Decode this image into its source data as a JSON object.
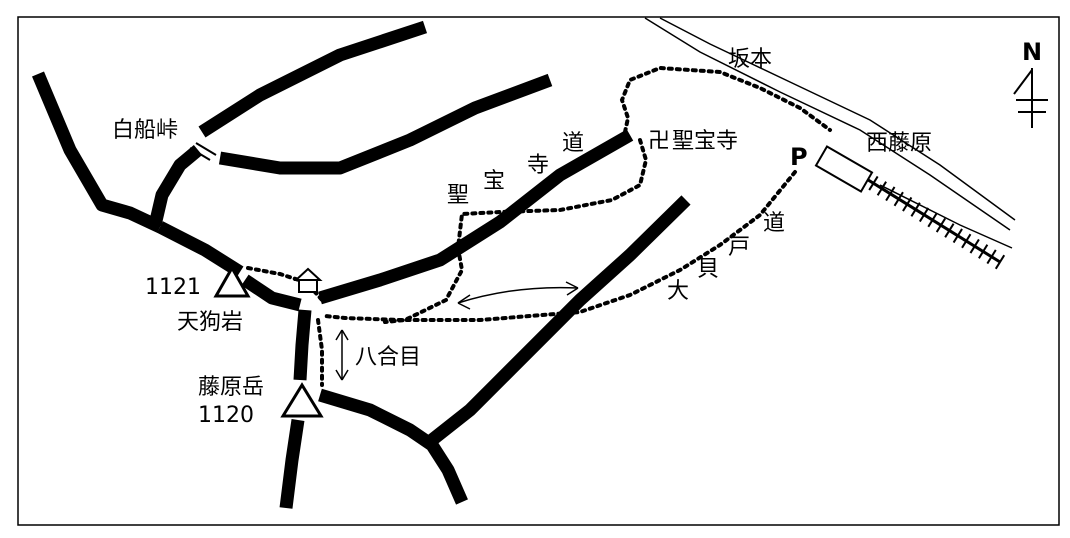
{
  "map": {
    "north": "N",
    "places": {
      "shirafune_pass": "白船峠",
      "tengu_iwa": "天狗岩",
      "tengu_iwa_elev": "1121",
      "fujiwara_dake": "藤原岳",
      "fujiwara_dake_elev": "1120",
      "hachigome": "八合目",
      "shohoji": "聖宝寺",
      "sakamoto": "坂本",
      "nishi_fujiwara": "西藤原",
      "parking": "P"
    },
    "trails": {
      "shohoji_michi": [
        "聖",
        "宝",
        "寺",
        "道"
      ],
      "ookaido_michi": [
        "大",
        "貝",
        "戸",
        "道"
      ]
    },
    "icons": {
      "temple": "卍",
      "summit": "triangle-summit-icon",
      "hut": "mountain-hut-icon"
    }
  }
}
